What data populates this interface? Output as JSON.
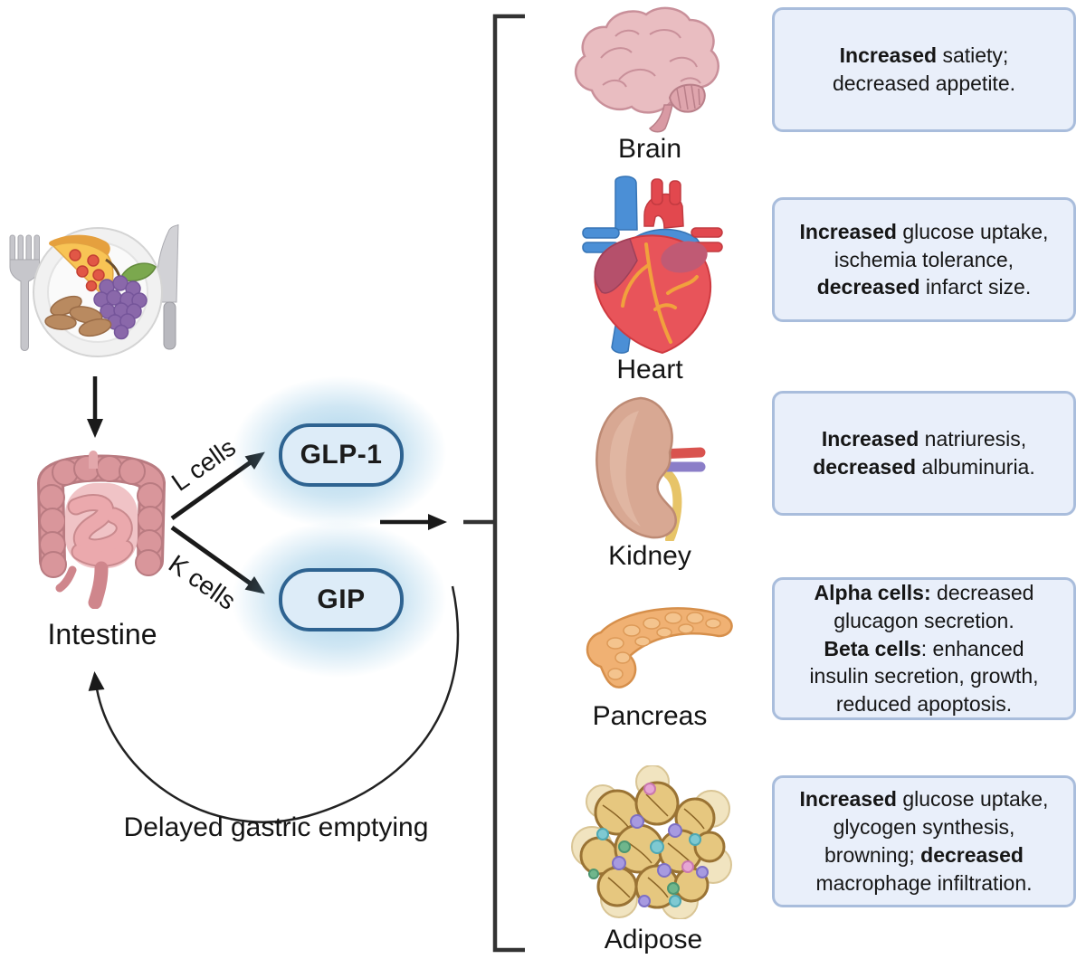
{
  "figure": {
    "intestine_label": "Intestine",
    "l_cells_label": "L cells",
    "k_cells_label": "K cells",
    "glp1_label": "GLP-1",
    "gip_label": "GIP",
    "feedback_label": "Delayed gastric emptying"
  },
  "organs": [
    {
      "name": "brain",
      "label": "Brain",
      "box": [
        {
          "t": "Increased",
          "b": true
        },
        {
          "t": " satiety;",
          "b": false
        },
        {
          "br": true
        },
        {
          "t": "decreased appetite.",
          "b": false
        }
      ]
    },
    {
      "name": "heart",
      "label": "Heart",
      "box": [
        {
          "t": "Increased",
          "b": true
        },
        {
          "t": " glucose uptake,",
          "b": false
        },
        {
          "br": true
        },
        {
          "t": "ischemia tolerance,",
          "b": false
        },
        {
          "br": true
        },
        {
          "t": "decreased",
          "b": true
        },
        {
          "t": " infarct size.",
          "b": false
        }
      ]
    },
    {
      "name": "kidney",
      "label": "Kidney",
      "box": [
        {
          "t": "Increased",
          "b": true
        },
        {
          "t": " natriuresis,",
          "b": false
        },
        {
          "br": true
        },
        {
          "t": "decreased",
          "b": true
        },
        {
          "t": " albuminuria.",
          "b": false
        }
      ]
    },
    {
      "name": "pancreas",
      "label": "Pancreas",
      "box": [
        {
          "t": "Alpha cells:",
          "b": true
        },
        {
          "t": " decreased",
          "b": false
        },
        {
          "br": true
        },
        {
          "t": "glucagon secretion.",
          "b": false
        },
        {
          "br": true
        },
        {
          "t": "Beta cells",
          "b": true
        },
        {
          "t": ": enhanced",
          "b": false
        },
        {
          "br": true
        },
        {
          "t": "insulin secretion, growth,",
          "b": false
        },
        {
          "br": true
        },
        {
          "t": "reduced apoptosis.",
          "b": false
        }
      ]
    },
    {
      "name": "adipose",
      "label": "Adipose",
      "box": [
        {
          "t": "Increased",
          "b": true
        },
        {
          "t": " glucose uptake,",
          "b": false
        },
        {
          "br": true
        },
        {
          "t": "glycogen synthesis,",
          "b": false
        },
        {
          "br": true
        },
        {
          "t": "browning; ",
          "b": false
        },
        {
          "t": "decreased",
          "b": true
        },
        {
          "br": true
        },
        {
          "t": "macrophage infiltration.",
          "b": false
        }
      ]
    }
  ],
  "colors": {
    "box_fill": "#e9effa",
    "box_border": "#a9bddc",
    "pill_fill": "#ddecf8",
    "pill_border": "#2e6391",
    "glow": "#6ab2db",
    "arrow": "#1a1a1a",
    "bracket": "#333333"
  }
}
